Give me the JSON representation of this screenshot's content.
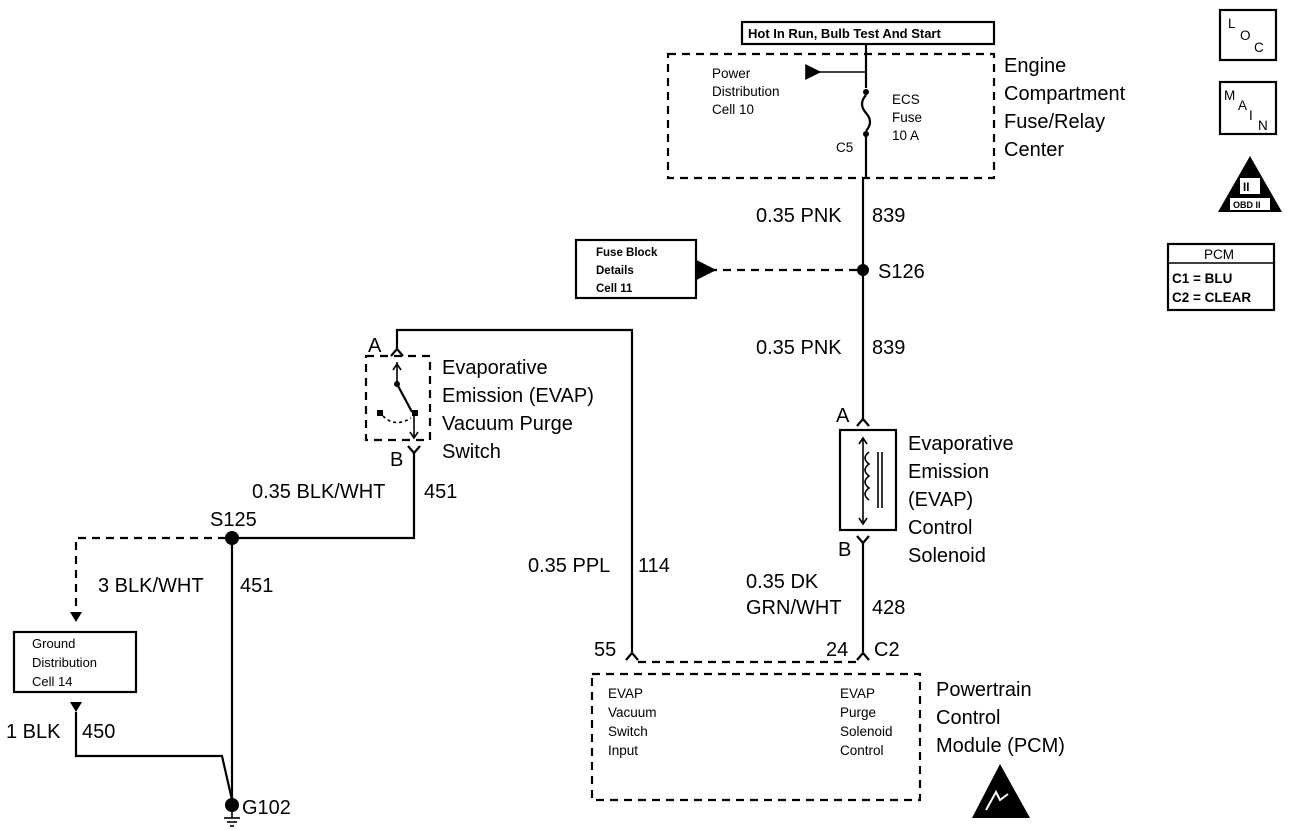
{
  "supply": {
    "header": "Hot In Run, Bulb Test And Start",
    "fuse_center_title": [
      "Engine",
      "Compartment",
      "Fuse/Relay",
      "Center"
    ],
    "power_dist_ref": [
      "Power",
      "Distribution",
      "Cell 10"
    ],
    "fuse_label": [
      "ECS",
      "Fuse",
      "10 A"
    ],
    "fuse_connector": "C5"
  },
  "wires": {
    "w839_upper": {
      "gauge_color": "0.35 PNK",
      "circuit": "839"
    },
    "w839_lower": {
      "gauge_color": "0.35 PNK",
      "circuit": "839"
    },
    "w451_upper": {
      "gauge_color": "0.35 BLK/WHT",
      "circuit": "451"
    },
    "w451_lower": {
      "gauge_color": "3 BLK/WHT",
      "circuit": "451"
    },
    "w450": {
      "gauge_color": "1 BLK",
      "circuit": "450"
    },
    "w114": {
      "gauge_color": "0.35 PPL",
      "circuit": "114"
    },
    "w428": {
      "gauge_color_1": "0.35 DK",
      "gauge_color_2": "GRN/WHT",
      "circuit": "428"
    }
  },
  "splices": {
    "s126": "S126",
    "s125": "S125",
    "ground": "G102"
  },
  "fuse_block_ref": [
    "Fuse Block",
    "Details",
    "Cell 11"
  ],
  "ground_dist_ref": [
    "Ground",
    "Distribution",
    "Cell 14"
  ],
  "vacuum_switch": {
    "label": [
      "Evaporative",
      "Emission (EVAP)",
      "Vacuum Purge",
      "Switch"
    ],
    "pin_a": "A",
    "pin_b": "B"
  },
  "solenoid": {
    "label": [
      "Evaporative",
      "Emission",
      "(EVAP)",
      "Control",
      "Solenoid"
    ],
    "pin_a": "A",
    "pin_b": "B"
  },
  "pcm": {
    "label": [
      "Powertrain",
      "Control",
      "Module (PCM)"
    ],
    "pin_55": "55",
    "pin_24": "24",
    "connector": "C2",
    "input_label": [
      "EVAP",
      "Vacuum",
      "Switch",
      "Input"
    ],
    "output_label": [
      "EVAP",
      "Purge",
      "Solenoid",
      "Control"
    ]
  },
  "side_icons": {
    "loc": [
      "L",
      "O",
      "C"
    ],
    "main": [
      "M",
      "A",
      "I",
      "N"
    ],
    "obd": [
      "II",
      "OBD II"
    ],
    "pcm_connectors": {
      "title": "PCM",
      "c1": "C1 = BLU",
      "c2": "C2 = CLEAR"
    }
  }
}
